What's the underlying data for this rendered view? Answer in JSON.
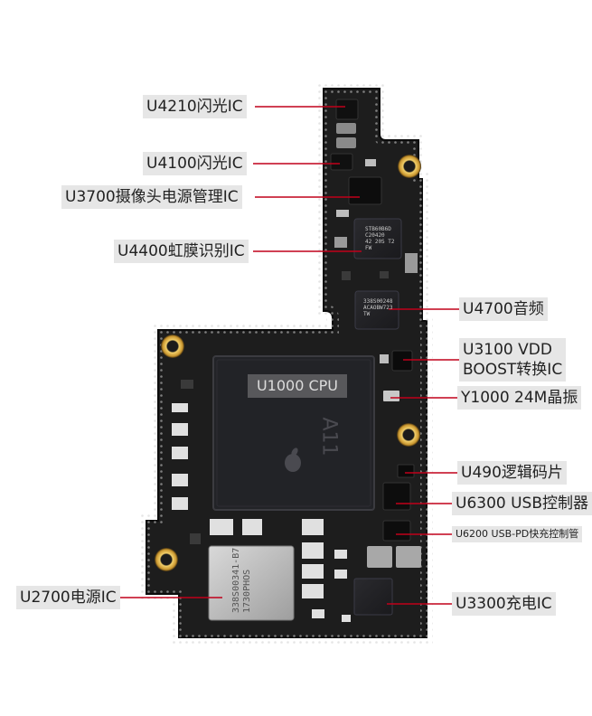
{
  "cpu": {
    "label": "U1000 CPU",
    "logo_text": "A11"
  },
  "labels": [
    {
      "id": "u4210",
      "text": "U4210闪光IC"
    },
    {
      "id": "u4100",
      "text": "U4100闪光IC"
    },
    {
      "id": "u3700",
      "text": "U3700摄像头电源管理IC"
    },
    {
      "id": "u4400",
      "text": "U4400虹膜识别IC"
    },
    {
      "id": "u4700",
      "text": "U4700音频"
    },
    {
      "id": "u3100",
      "text": "U3100 VDD\nBOOST转换IC"
    },
    {
      "id": "y1000",
      "text": "Y1000 24M晶振"
    },
    {
      "id": "u490",
      "text": "U490逻辑码片"
    },
    {
      "id": "u6300",
      "text": "U6300 USB控制器"
    },
    {
      "id": "u6200",
      "text": "U6200 USB-PD快充控制管"
    },
    {
      "id": "u2700",
      "text": "U2700电源IC"
    },
    {
      "id": "u3300",
      "text": "U3300充电IC"
    }
  ],
  "chip_markings": {
    "u4400": "STB60B6D\nC20420\n42 20S T2\nFW",
    "u4700": "338S00248\nACAOBW723\nTW",
    "u2700": "338S00341-B7\n1730PHOS"
  },
  "colors": {
    "board": "#1d1d1d",
    "leader": "#c0001a",
    "label_bg": "#e6e6e6",
    "pad": "#d8d8d8",
    "gold": "#e3b24a"
  }
}
